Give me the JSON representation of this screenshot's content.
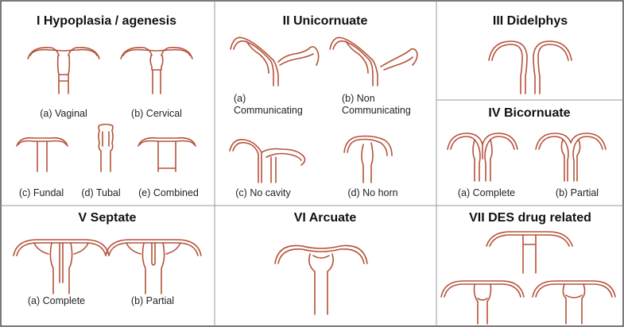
{
  "panels": {
    "p1": {
      "title": "I  Hypoplasia / agenesis",
      "captions": [
        "(a) Vaginal",
        "(b) Cervical",
        "(c) Fundal",
        "(d) Tubal",
        "(e) Combined"
      ]
    },
    "p2": {
      "title": "II  Unicornuate",
      "captions": [
        "(a)",
        "Communicating",
        "(b) Non",
        "Communicating",
        "(c) No cavity",
        "(d) No horn"
      ]
    },
    "p3": {
      "title": "III  Didelphys"
    },
    "p4": {
      "title": "IV  Bicornuate",
      "captions": [
        "(a) Complete",
        "(b) Partial"
      ]
    },
    "p5": {
      "title": "V  Septate",
      "captions": [
        "(a) Complete",
        "(b) Partial"
      ]
    },
    "p6": {
      "title": "VI  Arcuate"
    },
    "p7": {
      "title": "VII  DES drug related"
    }
  },
  "colors": {
    "uterus_stroke": "#b5523a",
    "frame": "#333333",
    "divider": "#9a9a9a"
  }
}
